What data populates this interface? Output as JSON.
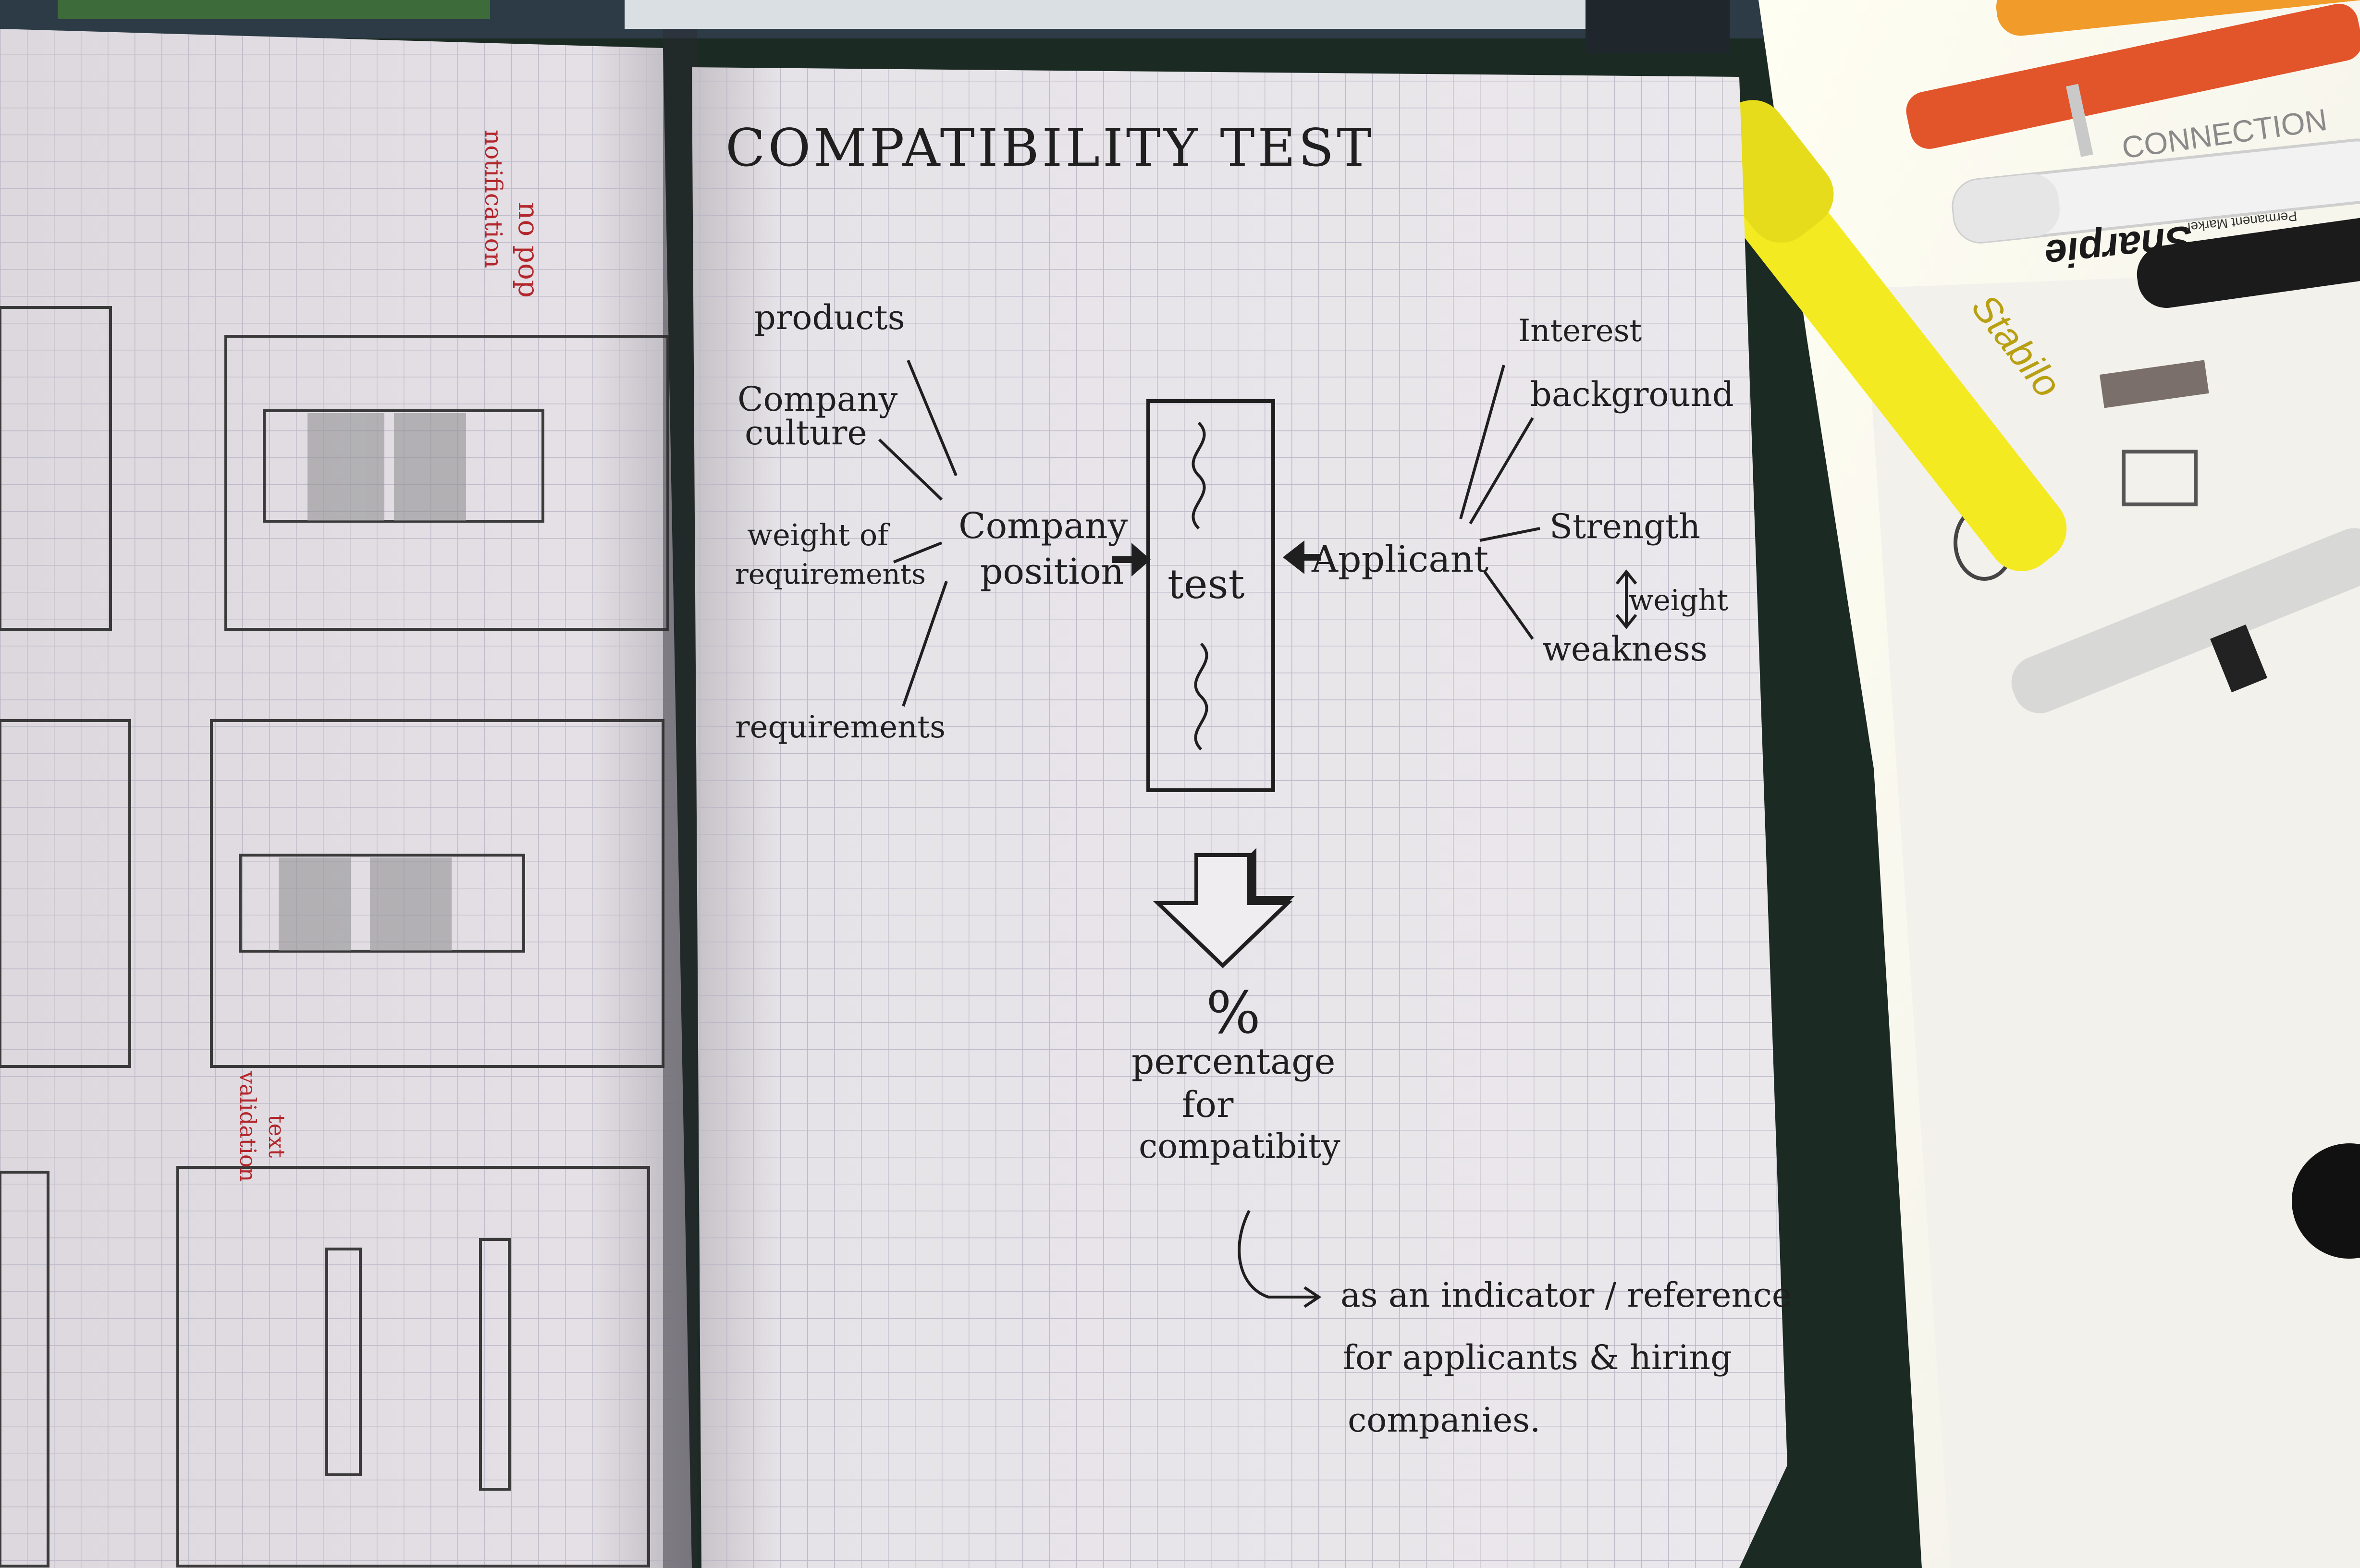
{
  "page": {
    "title": "COMPATIBILITY TEST"
  },
  "diagram": {
    "center": {
      "box_label": "test"
    },
    "company_side": {
      "hub": [
        "Company",
        "position"
      ],
      "inputs": [
        {
          "lines": [
            "products"
          ]
        },
        {
          "lines": [
            "Company",
            "culture"
          ]
        },
        {
          "lines": [
            "weight of",
            "requirements"
          ]
        },
        {
          "lines": [
            "requirements"
          ]
        }
      ]
    },
    "applicant_side": {
      "hub": "Applicant",
      "inputs": [
        {
          "lines": [
            "Interest"
          ]
        },
        {
          "lines": [
            "background"
          ]
        },
        {
          "lines": [
            "Strength"
          ]
        },
        {
          "lines": [
            "weakness"
          ]
        }
      ],
      "weight_note": "weight"
    },
    "output": {
      "symbol": "%",
      "label": [
        "percentage",
        "for",
        "compatibity"
      ],
      "note": [
        "as an indicator / reference",
        "for applicants & hiring",
        "companies."
      ]
    }
  },
  "left_page": {
    "notes_red": [
      "no pop",
      "notification"
    ],
    "notes_red_bottom": [
      "text",
      "validation"
    ]
  },
  "desk": {
    "marker_brand": "Sharpie",
    "marker_subtext": "Permanent Marker",
    "paper_heading": "CONNECTION",
    "highlighter_brand": "Stabilo",
    "colors": {
      "highlighter": "#f4ea22",
      "paper_notebook": "#e8e4e8",
      "grid_line": "#b9b6c6",
      "ink": "#1f1f1f",
      "red_ink": "#b3262b",
      "desk": "#1c2a24"
    }
  }
}
